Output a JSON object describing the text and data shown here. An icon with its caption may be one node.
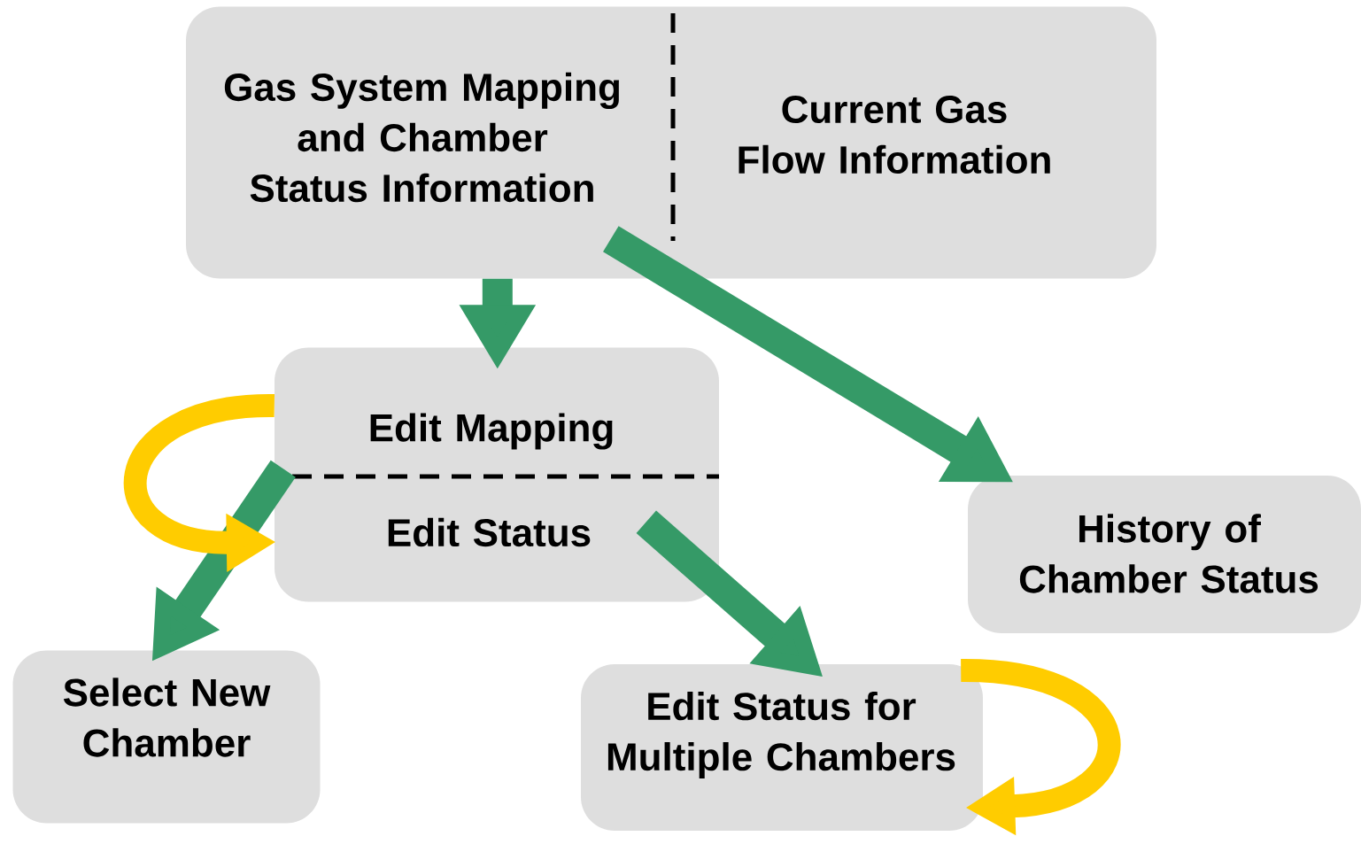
{
  "diagram": {
    "nodes": [
      {
        "text": [
          "Gas System Mapping and Chamber Status Information",
          "Current Gas Flow Information"
        ]
      },
      {
        "text": [
          "Edit Mapping",
          "Edit Status"
        ]
      },
      {
        "text": [
          "History of Chamber Status"
        ]
      },
      {
        "text": [
          "Select New Chamber"
        ]
      },
      {
        "text": [
          "Edit Status for Multiple Chambers"
        ]
      }
    ],
    "edges": [
      {
        "from": 0,
        "to": 1,
        "arrow": "to"
      },
      {
        "from": 0,
        "to": 2,
        "arrow": "to"
      },
      {
        "from": 1,
        "to": 3,
        "arrow": "to"
      },
      {
        "from": 1,
        "to": 4,
        "arrow": "to"
      },
      {
        "from": 1,
        "to": 1,
        "arrow": "to",
        "color": "#ffcc00"
      },
      {
        "from": 4,
        "to": 4,
        "arrow": "to",
        "color": "#ffcc00"
      }
    ]
  }
}
